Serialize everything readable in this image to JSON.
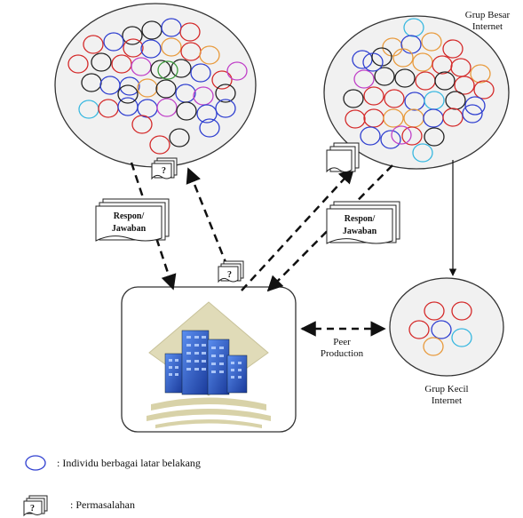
{
  "labels": {
    "group_large_line1": "Grup Besar",
    "group_large_line2": "Internet",
    "group_small_line1": "Grup Kecil",
    "group_small_line2": "Internet",
    "response_line1": "Respon/",
    "response_line2": "Jawaban",
    "peer_line1": "Peer",
    "peer_line2": "Production",
    "question_mark": "?"
  },
  "legend": {
    "individual": ": Individu berbagai latar belakang",
    "problem": ": Permasalahan",
    "problem_icon_mark": "?"
  },
  "colors": {
    "black": "#222222",
    "blue": "#2f3fd0",
    "red": "#d42a2a",
    "magenta": "#c040c8",
    "orange": "#e89a3c",
    "cyan": "#38b8e0",
    "green": "#3a9a3a",
    "gray": "#8a8a8a"
  }
}
